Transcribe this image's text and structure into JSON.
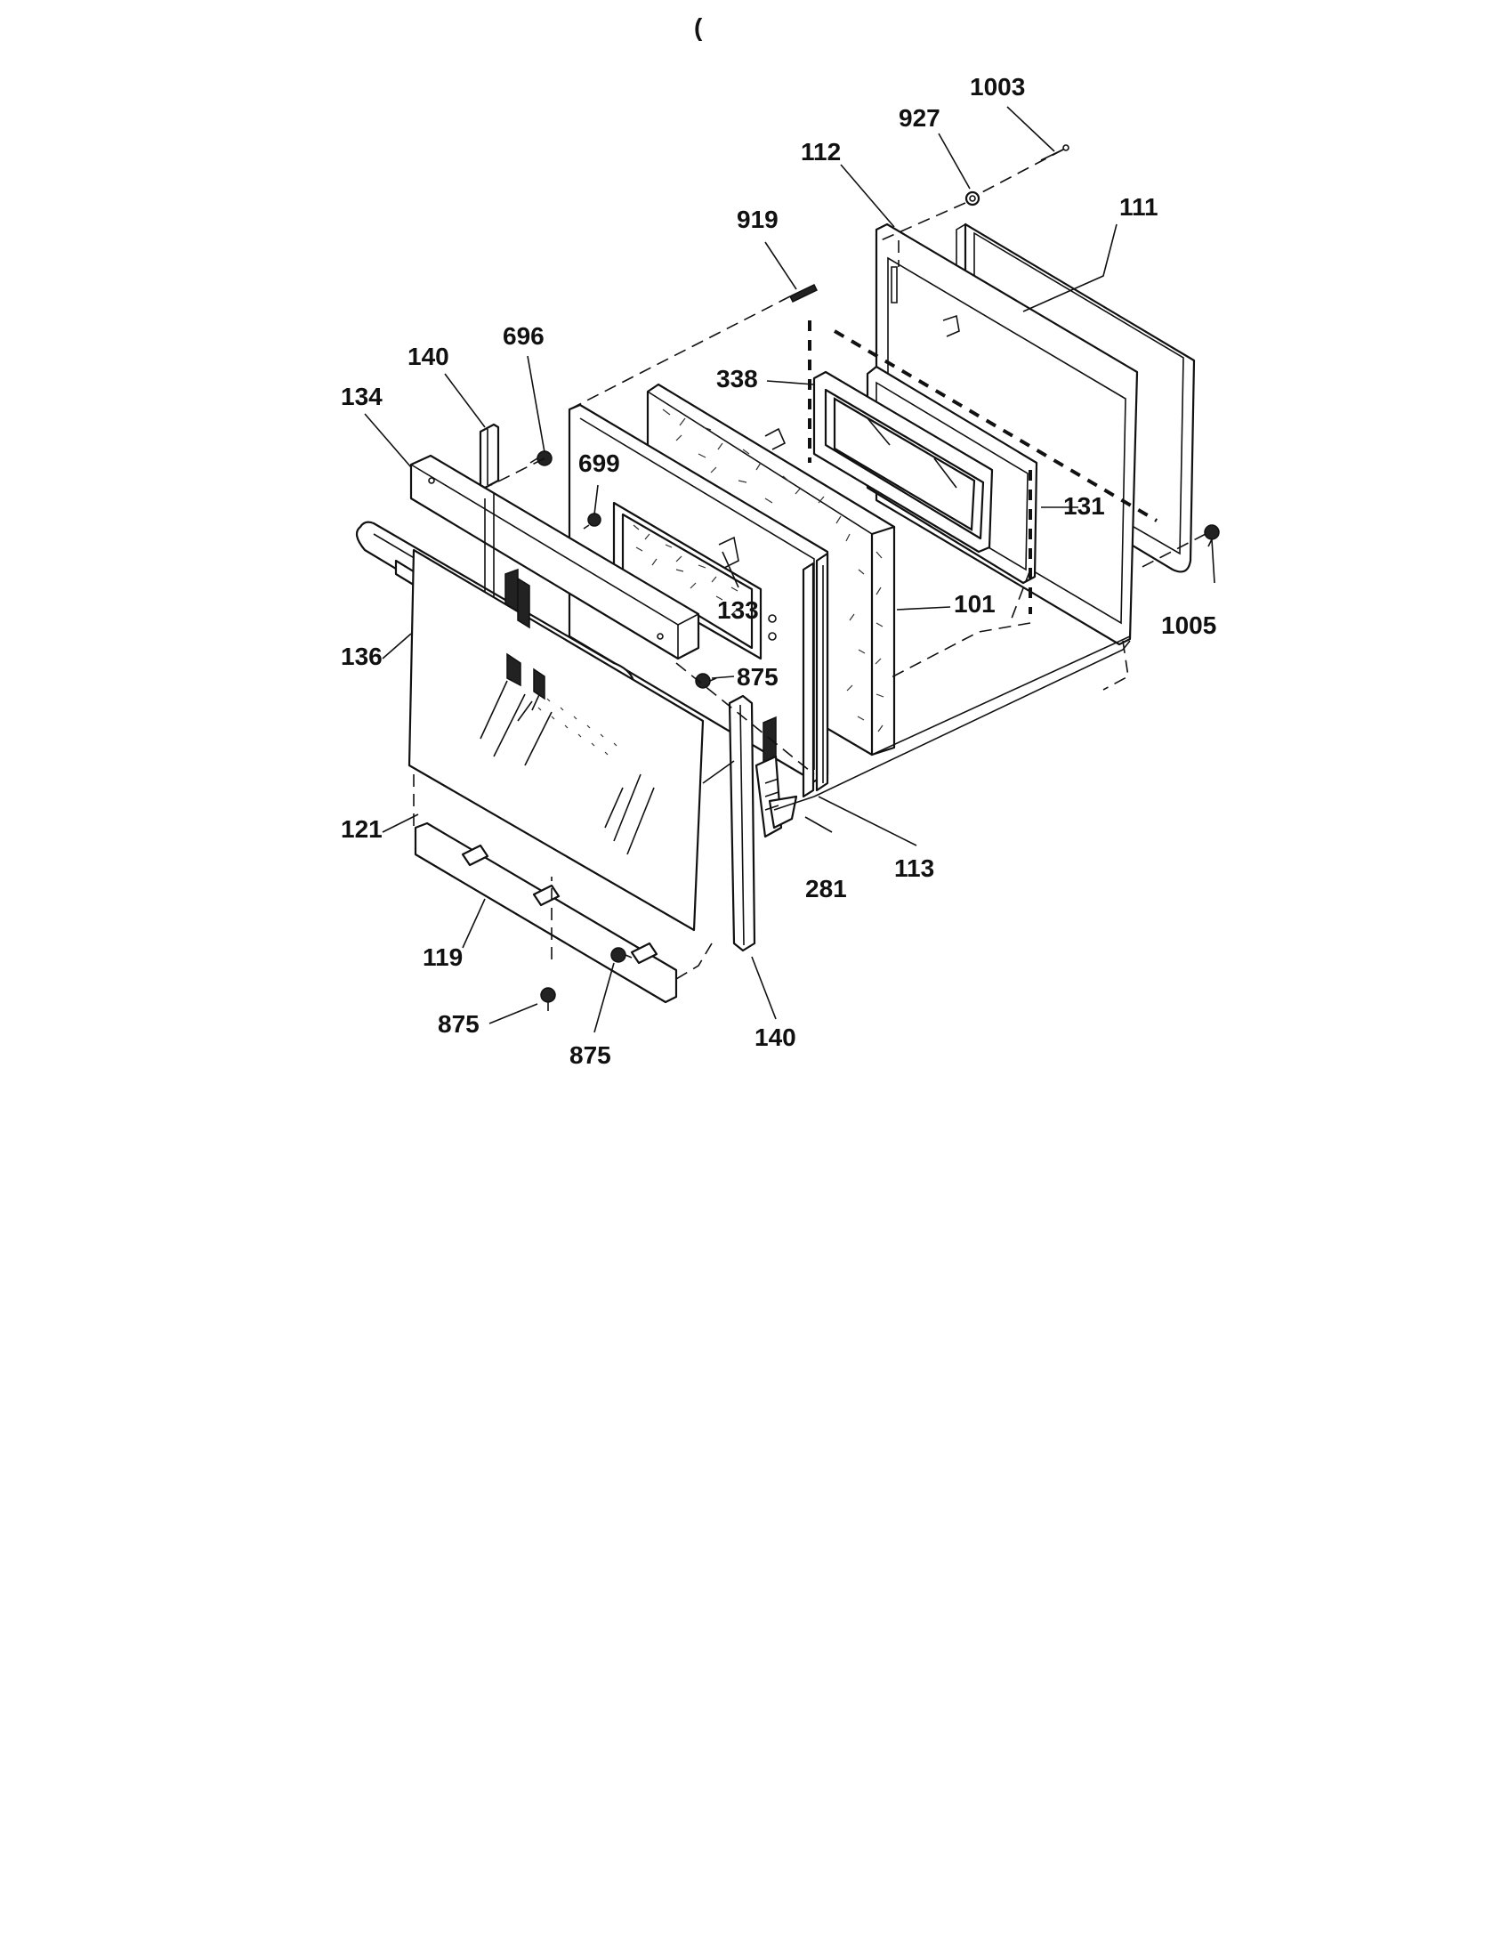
{
  "diagram": {
    "top_mark": "(",
    "callouts": [
      {
        "id": "c1003",
        "text": "1003"
      },
      {
        "id": "c927",
        "text": "927"
      },
      {
        "id": "c112",
        "text": "112"
      },
      {
        "id": "c111",
        "text": "111"
      },
      {
        "id": "c919",
        "text": "919"
      },
      {
        "id": "c696",
        "text": "696"
      },
      {
        "id": "c140a",
        "text": "140"
      },
      {
        "id": "c134",
        "text": "134"
      },
      {
        "id": "c338",
        "text": "338"
      },
      {
        "id": "c699",
        "text": "699"
      },
      {
        "id": "c131",
        "text": "131"
      },
      {
        "id": "c133",
        "text": "133"
      },
      {
        "id": "c101",
        "text": "101"
      },
      {
        "id": "c1005",
        "text": "1005"
      },
      {
        "id": "c136",
        "text": "136"
      },
      {
        "id": "c875a",
        "text": "875"
      },
      {
        "id": "c121",
        "text": "121"
      },
      {
        "id": "c281",
        "text": "281"
      },
      {
        "id": "c113",
        "text": "113"
      },
      {
        "id": "c119",
        "text": "119"
      },
      {
        "id": "c875b",
        "text": "875"
      },
      {
        "id": "c875c",
        "text": "875"
      },
      {
        "id": "c140b",
        "text": "140"
      }
    ]
  }
}
